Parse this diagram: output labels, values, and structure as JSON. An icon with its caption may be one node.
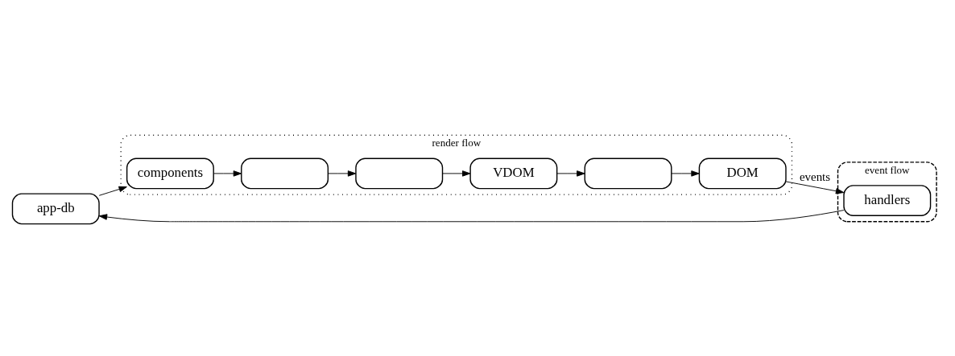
{
  "diagram": {
    "nodes": [
      {
        "text": [
          "event flow"
        ]
      },
      {
        "text": [
          "render flow"
        ]
      },
      {
        "text": [
          "app-db"
        ]
      },
      {
        "text": [
          "components"
        ],
        "in": 1
      },
      {
        "text": [],
        "shape": "box",
        "in": 1
      },
      {
        "text": [],
        "shape": "box",
        "in": 1
      },
      {
        "text": [
          "VDOM"
        ],
        "in": 1
      },
      {
        "text": [],
        "shape": "box",
        "in": 1
      },
      {
        "text": [
          "DOM"
        ],
        "in": 1
      },
      {
        "text": [
          "handlers"
        ],
        "in": 0
      }
    ],
    "edges": [
      {
        "from": 2,
        "to": 3,
        "arrow": "to"
      },
      {
        "from": 3,
        "to": 4,
        "arrow": "to"
      },
      {
        "from": 4,
        "to": 5,
        "arrow": "to"
      },
      {
        "from": 5,
        "to": 6,
        "arrow": "to"
      },
      {
        "from": 6,
        "to": 7,
        "arrow": "to"
      },
      {
        "from": 7,
        "to": 8,
        "arrow": "to"
      },
      {
        "from": 8,
        "to": 9,
        "arrow": "to",
        "label": "events"
      },
      {
        "from": 9,
        "to": 2,
        "arrow": "to"
      }
    ]
  }
}
